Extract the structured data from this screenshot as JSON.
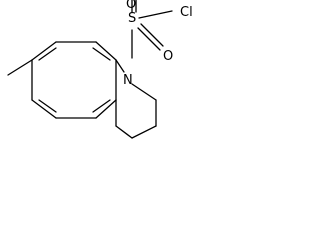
{
  "atom_labels": {
    "chlorine": "Cl",
    "sulfur": "S",
    "oxygen_upper": "O",
    "oxygen_lower": "O",
    "nitrogen": "N"
  },
  "colors": {
    "bond": "#000000",
    "label": "#000000",
    "background": "#ffffff"
  }
}
